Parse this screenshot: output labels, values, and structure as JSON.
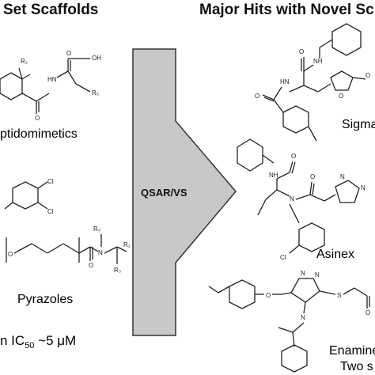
{
  "left_header": "Set Scaffolds",
  "right_header": "Major Hits with Novel Sc",
  "arrow_label": "QSAR/VS",
  "left_labels": {
    "peptidomimetics": "ptidomimetics",
    "pyrazoles": "Pyrazoles",
    "ic50_prefix": "n IC",
    "ic50_sub": "50",
    "ic50_value": " ~5 μM"
  },
  "right_labels": {
    "sigma": "Sigma",
    "asinex": "Asinex",
    "enamine": "Enamine",
    "two_s": "Two s"
  },
  "atoms": {
    "r2": "R₂",
    "r3": "R₃",
    "r4": "R₄",
    "r5": "R₅",
    "r1": "R₁",
    "oh": "OH",
    "nh": "HN",
    "cl": "Cl",
    "n": "N",
    "o": "O",
    "s": "S",
    "nh_right": "NH"
  },
  "colors": {
    "arrow_fill": "#c8c8c8",
    "arrow_stroke": "#333333"
  }
}
